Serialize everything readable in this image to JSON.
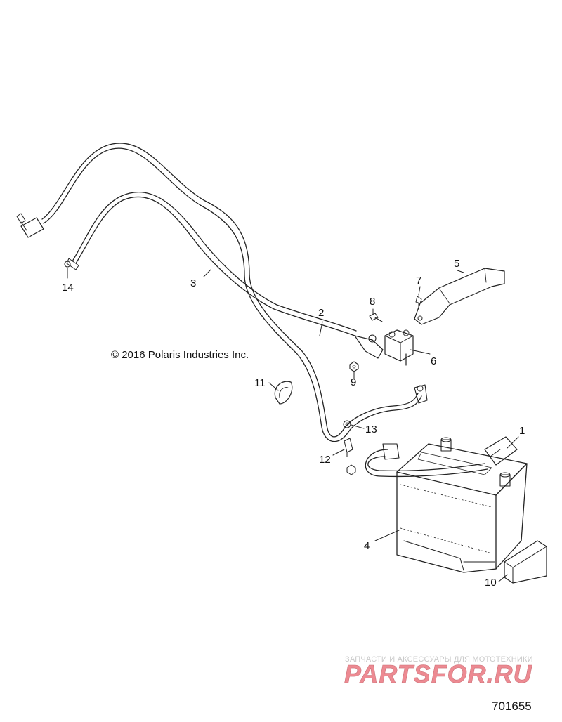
{
  "copyright": "© 2016 Polaris Industries Inc.",
  "figure_number": "701655",
  "watermark": {
    "tagline": "ЗАПЧАСТИ И АКСЕССУАРЫ ДЛЯ МОТОТЕХНИКИ",
    "logo": "PARTSFOR.RU",
    "color": "#e8646e"
  },
  "callouts": [
    "1",
    "2",
    "3",
    "4",
    "5",
    "6",
    "7",
    "8",
    "9",
    "10",
    "11",
    "12",
    "13",
    "14"
  ]
}
